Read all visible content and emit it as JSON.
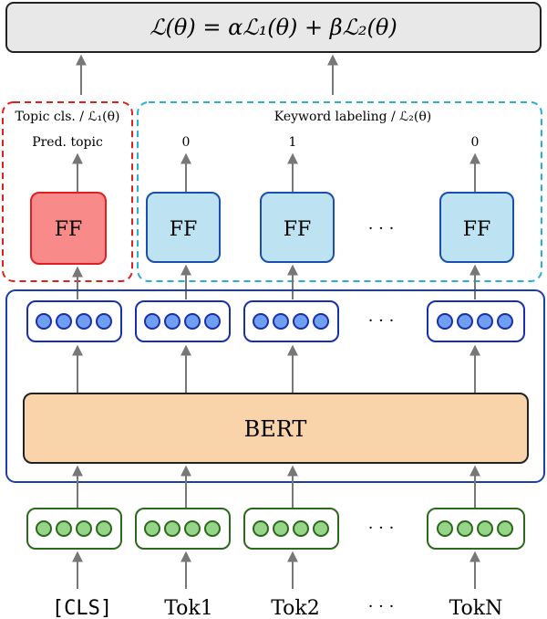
{
  "loss": {
    "total_formula": "ℒ(θ) = αℒ₁(θ) + βℒ₂(θ)"
  },
  "topic_branch": {
    "label": "Topic cls. / ℒ₁(θ)",
    "pred_label": "Pred. topic",
    "ff_label": "FF"
  },
  "keyword_branch": {
    "label": "Keyword labeling / ℒ₂(θ)",
    "outputs": [
      "0",
      "1",
      "0"
    ],
    "ff_label": "FF"
  },
  "encoder": {
    "label": "BERT"
  },
  "ellipsis": "· · ·",
  "tokens": [
    "[CLS]",
    "Tok1",
    "Tok2",
    "TokN"
  ],
  "colors": {
    "topic_ff_fill": "#f88a8a",
    "topic_ff_border": "#e02020",
    "topic_box_border": "#e02020",
    "keyword_ff_fill": "#bde3f3",
    "keyword_ff_border": "#1a4fb0",
    "keyword_box_border": "#2aaed8",
    "bert_fill": "#f9d3a9",
    "encoder_border": "#1a3fa8",
    "hidden_dot_fill": "#6f9ff0",
    "hidden_border": "#1a2fb0",
    "embed_dot_fill": "#96d48a",
    "embed_border": "#2a6a1a",
    "loss_fill": "#e8e8e8",
    "arrow": "#777777"
  }
}
